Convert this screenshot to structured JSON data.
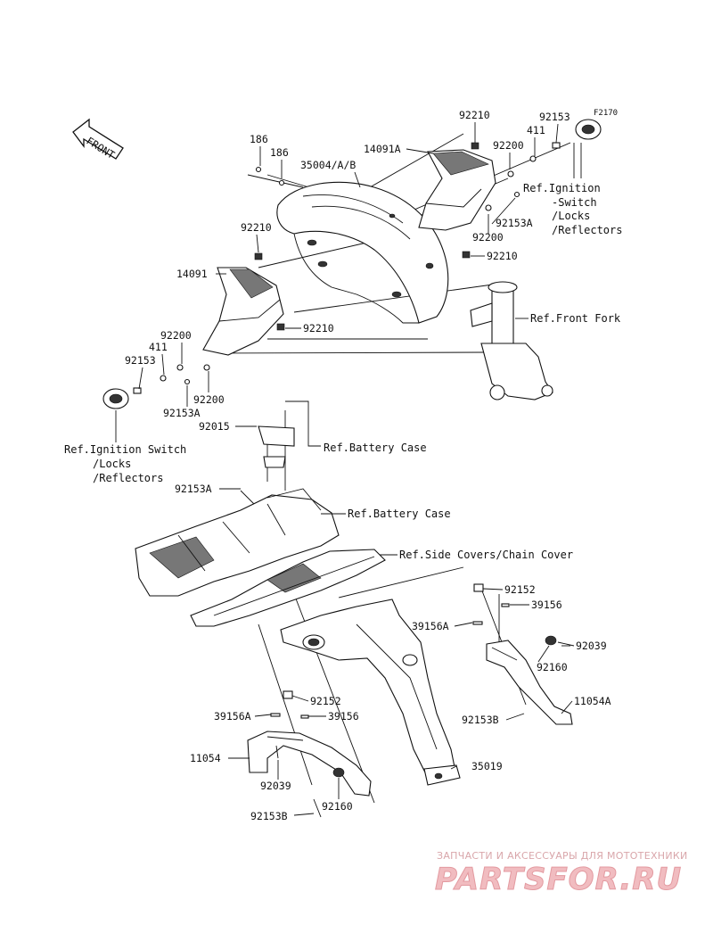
{
  "diagram": {
    "code": "F2170",
    "front_label": "FRONT",
    "labels": [
      {
        "id": "p92210-top",
        "text": "92210"
      },
      {
        "id": "p92153-top",
        "text": "92153"
      },
      {
        "id": "p411-top",
        "text": "411"
      },
      {
        "id": "p186-a",
        "text": "186"
      },
      {
        "id": "p186-b",
        "text": "186"
      },
      {
        "id": "p14091A",
        "text": "14091A"
      },
      {
        "id": "p92200-top",
        "text": "92200"
      },
      {
        "id": "p35004",
        "text": "35004/A/B"
      },
      {
        "id": "p92153A-top",
        "text": "92153A"
      },
      {
        "id": "p92200-mid",
        "text": "92200"
      },
      {
        "id": "p92210-r",
        "text": "92210"
      },
      {
        "id": "p92210-l",
        "text": "92210"
      },
      {
        "id": "p14091",
        "text": "14091"
      },
      {
        "id": "p92210-c",
        "text": "92210"
      },
      {
        "id": "p92200-l",
        "text": "92200"
      },
      {
        "id": "p411-l",
        "text": "411"
      },
      {
        "id": "p92153-l",
        "text": "92153"
      },
      {
        "id": "p92200-l2",
        "text": "92200"
      },
      {
        "id": "p92153A-l",
        "text": "92153A"
      },
      {
        "id": "p92015",
        "text": "92015"
      },
      {
        "id": "p92153A-m",
        "text": "92153A"
      },
      {
        "id": "p92152-r",
        "text": "92152"
      },
      {
        "id": "p39156-r",
        "text": "39156"
      },
      {
        "id": "p39156A-r",
        "text": "39156A"
      },
      {
        "id": "p92039-r",
        "text": "92039"
      },
      {
        "id": "p92160-r",
        "text": "92160"
      },
      {
        "id": "p11054A",
        "text": "11054A"
      },
      {
        "id": "p92153B-r",
        "text": "92153B"
      },
      {
        "id": "p92152-l",
        "text": "92152"
      },
      {
        "id": "p39156A-l",
        "text": "39156A"
      },
      {
        "id": "p39156-l",
        "text": "39156"
      },
      {
        "id": "p11054",
        "text": "11054"
      },
      {
        "id": "p35019",
        "text": "35019"
      },
      {
        "id": "p92039-l",
        "text": "92039"
      },
      {
        "id": "p92160-l",
        "text": "92160"
      },
      {
        "id": "p92153B-l",
        "text": "92153B"
      }
    ],
    "references": {
      "ignition_top": [
        "Ref.Ignition",
        "-Switch",
        "/Locks",
        "/Reflectors"
      ],
      "front_fork": "Ref.Front Fork",
      "ignition_left": [
        "Ref.Ignition Switch",
        "/Locks",
        "/Reflectors"
      ],
      "battery_case_1": "Ref.Battery Case",
      "battery_case_2": "Ref.Battery Case",
      "side_covers": "Ref.Side Covers/Chain Cover"
    }
  },
  "watermark": {
    "top_text": "ЗАПЧАСТИ И АКСЕССУАРЫ ДЛЯ МОТОТЕХНИКИ",
    "brand": "PARTSFOR.RU"
  }
}
